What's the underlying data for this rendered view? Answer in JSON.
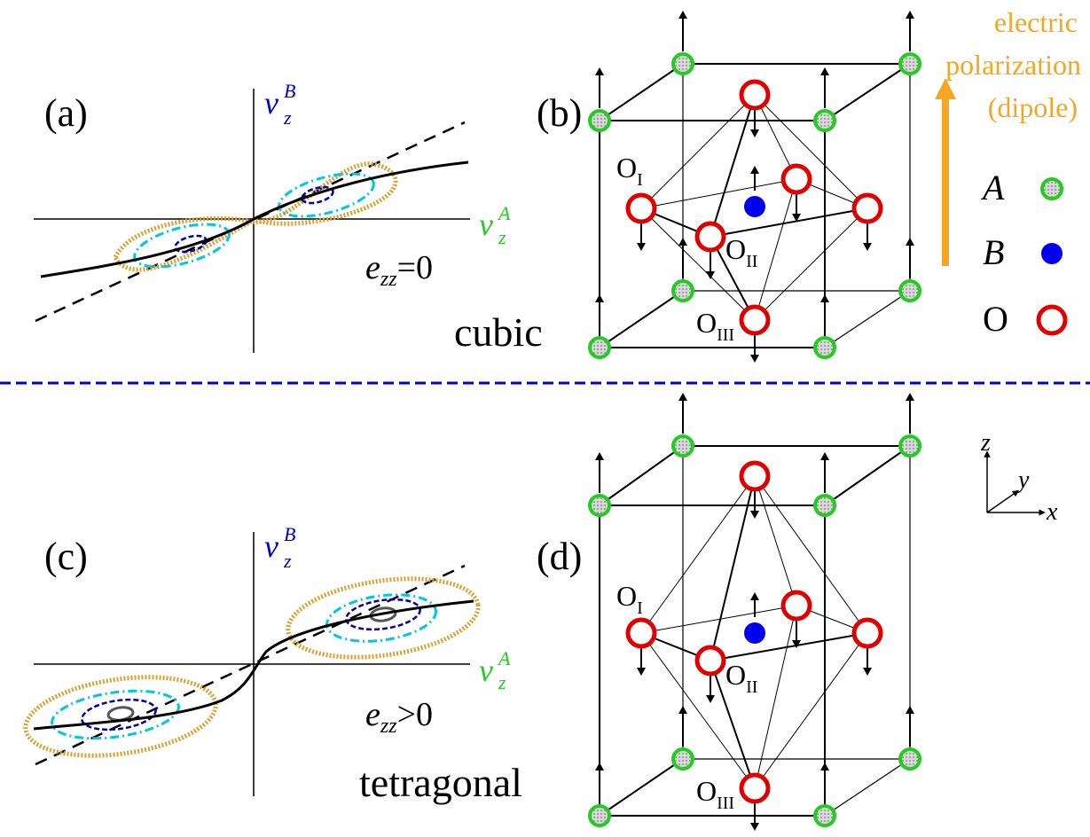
{
  "panels": {
    "a": {
      "label": "(a)",
      "y_axis": {
        "symbol": "v",
        "sub": "z",
        "sup": "B"
      },
      "x_axis": {
        "symbol": "v",
        "sub": "z",
        "sup": "A"
      },
      "strain": {
        "symbol": "e",
        "sub": "zz",
        "relation": "=0"
      },
      "phase": ""
    },
    "b": {
      "label": "(b)",
      "phase": "cubic"
    },
    "c": {
      "label": "(c)",
      "y_axis": {
        "symbol": "v",
        "sub": "z",
        "sup": "B"
      },
      "x_axis": {
        "symbol": "v",
        "sub": "z",
        "sup": "A"
      },
      "strain": {
        "symbol": "e",
        "sub": "zz",
        "relation": ">0"
      }
    },
    "d": {
      "label": "(d)",
      "phase": "tetragonal"
    }
  },
  "oxygen_labels": {
    "o1": {
      "base": "O",
      "sub": "I"
    },
    "o2": {
      "base": "O",
      "sub": "II"
    },
    "o3": {
      "base": "O",
      "sub": "III"
    }
  },
  "polarization": {
    "line1": "electric",
    "line2": "polarization",
    "line3": "(dipole)",
    "color": "#f5a623"
  },
  "legend": [
    {
      "label": "A",
      "marker": "green-dotted-circle",
      "color": "#22cc22"
    },
    {
      "label": "B",
      "marker": "blue-filled-circle",
      "color": "#0000ee"
    },
    {
      "label": "O",
      "marker": "red-ring",
      "color": "#e00000"
    }
  ],
  "axes_triad": {
    "z": "z",
    "y": "y",
    "x": "x"
  },
  "colors": {
    "divider": "#0000cc",
    "contour_orange": "#d9a032",
    "contour_cyan": "#00c8e0",
    "contour_navy": "#0000aa"
  }
}
